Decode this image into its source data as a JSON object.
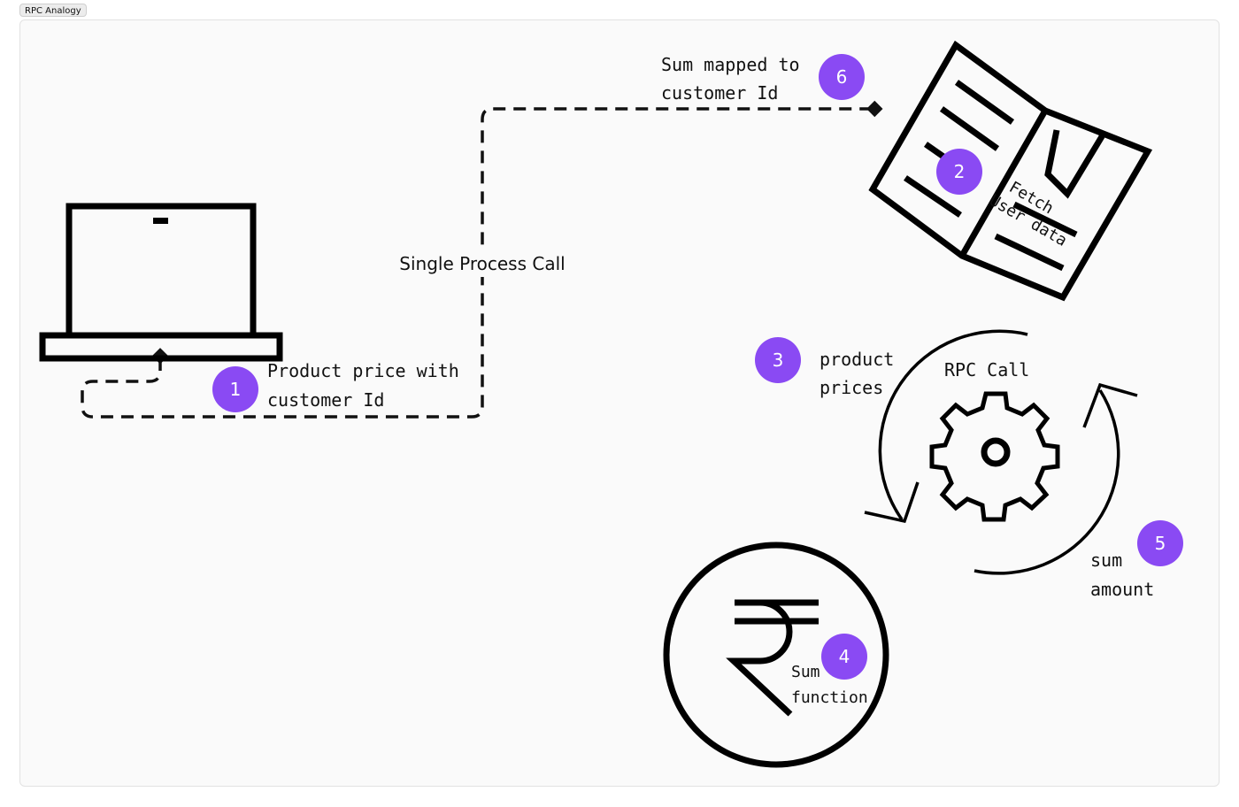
{
  "frame": {
    "title": "RPC Analogy"
  },
  "labels": {
    "single_process_call": "Single Process Call",
    "step1_line1": "Product price with",
    "step1_line2": "customer Id",
    "step6_line1": "Sum mapped to",
    "step6_line2": "customer Id",
    "step2_line1": "Fetch",
    "step2_line2": "User data",
    "step3_line1": "product",
    "step3_line2": "prices",
    "rpc_call": "RPC Call",
    "step4_line1": "Sum",
    "step4_line2": "function",
    "step5_line1": "sum",
    "step5_line2": "amount"
  },
  "badges": {
    "b1": "1",
    "b2": "2",
    "b3": "3",
    "b4": "4",
    "b5": "5",
    "b6": "6"
  },
  "colors": {
    "badge": "#8a4af3",
    "stroke": "#000000",
    "canvas": "#fafafa"
  },
  "icons": [
    "laptop-icon",
    "book-icon",
    "gear-icon",
    "rupee-icon",
    "cycle-arrow-icon"
  ]
}
